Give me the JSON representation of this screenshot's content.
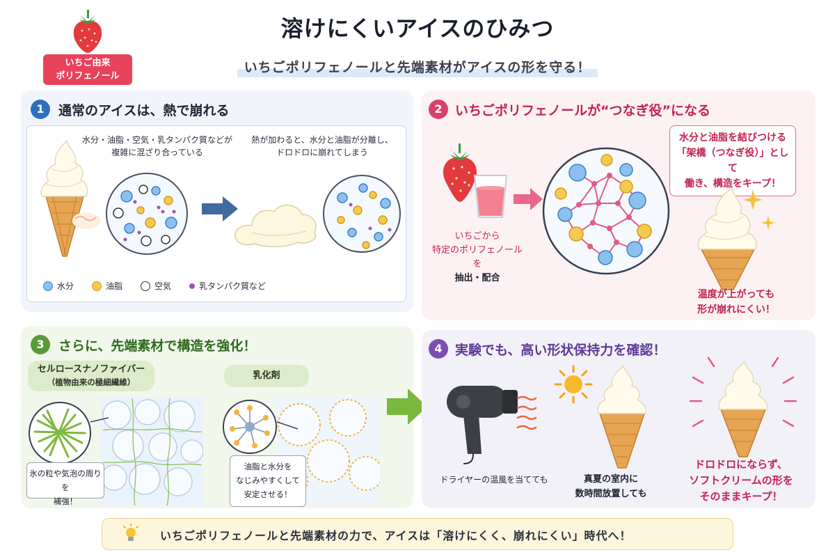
{
  "header": {
    "badge_line1": "いちご由来",
    "badge_line2": "ポリフェノール",
    "title": "溶けにくいアイスのひみつ",
    "subtitle": "いちごポリフェノールと先端素材がアイスの形を守る！"
  },
  "panel1": {
    "number": "1",
    "title": "通常のアイスは、熱で崩れる",
    "note_left_line1": "水分・油脂・空気・乳タンパク質などが",
    "note_left_line2": "複雑に混ざり合っている",
    "note_right_line1": "熱が加わると、水分と油脂が分離し、",
    "note_right_line2": "ドロドロに崩れてしまう",
    "legend": [
      {
        "label": "水分",
        "color": "#6aaee6"
      },
      {
        "label": "油脂",
        "color": "#f5c14a"
      },
      {
        "label": "空気",
        "color": "#ffffff"
      },
      {
        "label": "乳タンパク質など",
        "color": "#9a55b8"
      }
    ]
  },
  "panel2": {
    "number": "2",
    "title": "いちごポリフェノールが“つなぎ役”になる",
    "extract_line1": "いちごから",
    "extract_line2": "特定のポリフェノールを",
    "extract_line3": "抽出・配合",
    "bridge_line1": "水分と油脂を結びつける",
    "bridge_line2": "「架橋（つなぎ役）」として",
    "bridge_line3": "働き、構造をキープ！",
    "result_line1": "温度が上がっても",
    "result_line2": "形が崩れにくい！"
  },
  "panel3": {
    "number": "3",
    "title": "さらに、先端素材で構造を強化！",
    "cnf_line1": "セルロースナノファイバー",
    "cnf_line2": "（植物由来の極細繊維）",
    "emulsifier": "乳化剤",
    "cnf_note_line1": "氷の粒や気泡の周りを",
    "cnf_note_line2": "補強！",
    "emul_note_line1": "油脂と水分を",
    "emul_note_line2": "なじみやすくして",
    "emul_note_line3": "安定させる！"
  },
  "panel4": {
    "number": "4",
    "title": "実験でも、高い形状保持力を確認！",
    "dryer_caption": "ドライヤーの温風を当てても",
    "summer_line1": "真夏の室内に",
    "summer_line2": "数時間放置しても",
    "result_line1": "ドロドロにならず、",
    "result_line2": "ソフトクリームの形を",
    "result_line3": "そのままキープ！"
  },
  "footer": {
    "text": "いちごポリフェノールと先端素材の力で、アイスは「溶けにくく、崩れにくい」時代へ！"
  },
  "colors": {
    "panel1_accent": "#2f6fc0",
    "panel2_accent": "#d8416a",
    "panel3_accent": "#5a9a3a",
    "panel4_accent": "#7a4fb0"
  }
}
